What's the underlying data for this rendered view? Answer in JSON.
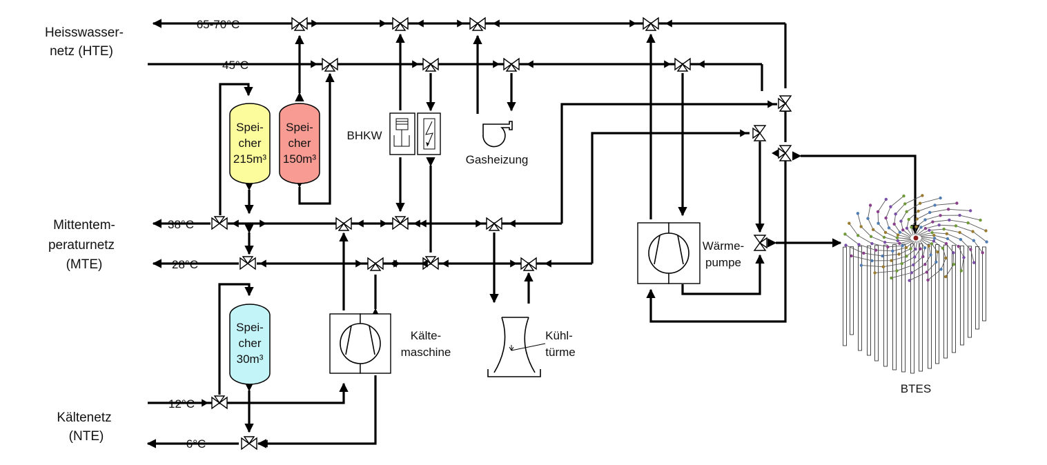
{
  "networks": {
    "hte_line1": "Heisswasser-",
    "hte_line2": "netz (HTE)",
    "mte_line1": "Mittentem-",
    "mte_line2": "peraturnetz",
    "mte_line3": "(MTE)",
    "nte_line1": "Kältenetz",
    "nte_line2": "(NTE)"
  },
  "temperatures": {
    "t_hot": "65-70°C",
    "t_45": "45°C",
    "t_38": "38°C",
    "t_28": "28°C",
    "t_12": "12°C",
    "t_6": "6°C"
  },
  "storages": {
    "s1_l1": "Spei-",
    "s1_l2": "cher",
    "s1_l3": "215m³",
    "s2_l1": "Spei-",
    "s2_l2": "cher",
    "s2_l3": "150m³",
    "s3_l1": "Spei-",
    "s3_l2": "cher",
    "s3_l3": "30m³",
    "color_yellow": "#fdfc9c",
    "color_red": "#f79b93",
    "color_cyan": "#c3f4f8"
  },
  "components": {
    "bhkw": "BHKW",
    "gas": "Gasheizung",
    "chiller_l1": "Kälte-",
    "chiller_l2": "maschine",
    "cooling_l1": "Kühl-",
    "cooling_l2": "türme",
    "heatpump_l1": "Wärme-",
    "heatpump_l2": "pumpe",
    "btes": "BTES"
  }
}
